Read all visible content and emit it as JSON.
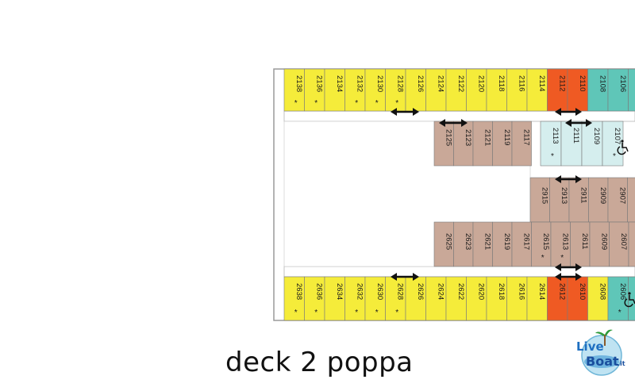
{
  "caption": "deck 2 poppa",
  "logo": {
    "word1": "Live",
    "word2": "Boat",
    "suffix": ".it"
  },
  "colors": {
    "yellow": "#f5ec3a",
    "tan": "#c9a898",
    "orange": "#ef5a23",
    "teal": "#5fc6b8",
    "light_teal": "#d5eeee",
    "corridor": "#ffffff",
    "hull": "#9a9a9a"
  },
  "wheelchair_icon": "wheelchair-icon",
  "arrow_icon": "double-arrow-icon",
  "star_symbol": "*",
  "cabins_top_outer": [
    {
      "num": "2138",
      "c": "yellow",
      "star": true
    },
    {
      "num": "2136",
      "c": "yellow",
      "star": true
    },
    {
      "num": "2134",
      "c": "yellow",
      "star": false
    },
    {
      "num": "2132",
      "c": "yellow",
      "star": true
    },
    {
      "num": "2130",
      "c": "yellow",
      "star": true
    },
    {
      "num": "2128",
      "c": "yellow",
      "star": true
    },
    {
      "num": "2126",
      "c": "yellow",
      "star": false
    },
    {
      "num": "2124",
      "c": "yellow",
      "star": false
    },
    {
      "num": "2122",
      "c": "yellow",
      "star": false
    },
    {
      "num": "2120",
      "c": "yellow",
      "star": false
    },
    {
      "num": "2118",
      "c": "yellow",
      "star": false
    },
    {
      "num": "2116",
      "c": "yellow",
      "star": false
    },
    {
      "num": "2114",
      "c": "yellow",
      "star": false
    },
    {
      "num": "2112",
      "c": "orange",
      "star": false
    },
    {
      "num": "2110",
      "c": "orange",
      "star": false
    },
    {
      "num": "2108",
      "c": "teal",
      "star": false
    },
    {
      "num": "2106",
      "c": "teal",
      "star": false
    },
    {
      "num": "",
      "c": "teal",
      "star": false
    }
  ],
  "cabins_bottom_outer": [
    {
      "num": "2638",
      "c": "yellow",
      "star": true
    },
    {
      "num": "2636",
      "c": "yellow",
      "star": true
    },
    {
      "num": "2634",
      "c": "yellow",
      "star": false
    },
    {
      "num": "2632",
      "c": "yellow",
      "star": true
    },
    {
      "num": "2630",
      "c": "yellow",
      "star": true
    },
    {
      "num": "2628",
      "c": "yellow",
      "star": true
    },
    {
      "num": "2626",
      "c": "yellow",
      "star": false
    },
    {
      "num": "2624",
      "c": "yellow",
      "star": false
    },
    {
      "num": "2622",
      "c": "yellow",
      "star": false
    },
    {
      "num": "2620",
      "c": "yellow",
      "star": false
    },
    {
      "num": "2618",
      "c": "yellow",
      "star": false
    },
    {
      "num": "2616",
      "c": "yellow",
      "star": false
    },
    {
      "num": "2614",
      "c": "yellow",
      "star": false
    },
    {
      "num": "2612",
      "c": "orange",
      "star": false
    },
    {
      "num": "2610",
      "c": "orange",
      "star": false
    },
    {
      "num": "2608",
      "c": "yellow",
      "star": false
    },
    {
      "num": "2606",
      "c": "teal",
      "star": true
    },
    {
      "num": "",
      "c": "teal",
      "star": false
    }
  ],
  "cabins_top_inner_a": [
    {
      "num": "2125",
      "c": "tan",
      "star": false
    },
    {
      "num": "2123",
      "c": "tan",
      "star": false
    },
    {
      "num": "2121",
      "c": "tan",
      "star": false
    },
    {
      "num": "2119",
      "c": "tan",
      "star": false
    },
    {
      "num": "2117",
      "c": "tan",
      "star": false
    }
  ],
  "cabins_top_inner_b": [
    {
      "num": "2113",
      "c": "light_teal",
      "star": true
    },
    {
      "num": "2111",
      "c": "light_teal",
      "star": false
    },
    {
      "num": "2109",
      "c": "light_teal",
      "star": false
    },
    {
      "num": "2107",
      "c": "light_teal",
      "star": true
    }
  ],
  "cabins_mid_inner": [
    {
      "num": "2915",
      "c": "tan",
      "star": false
    },
    {
      "num": "2913",
      "c": "tan",
      "star": false
    },
    {
      "num": "2911",
      "c": "tan",
      "star": false
    },
    {
      "num": "2909",
      "c": "tan",
      "star": false
    },
    {
      "num": "2907",
      "c": "tan",
      "star": false
    },
    {
      "num": "290",
      "c": "tan",
      "star": false
    }
  ],
  "cabins_low_inner": [
    {
      "num": "2625",
      "c": "tan",
      "star": false
    },
    {
      "num": "2623",
      "c": "tan",
      "star": false
    },
    {
      "num": "2621",
      "c": "tan",
      "star": false
    },
    {
      "num": "2619",
      "c": "tan",
      "star": false
    },
    {
      "num": "2617",
      "c": "tan",
      "star": false
    },
    {
      "num": "2615",
      "c": "tan",
      "star": true
    },
    {
      "num": "2613",
      "c": "tan",
      "star": true
    },
    {
      "num": "2611",
      "c": "tan",
      "star": false
    },
    {
      "num": "2609",
      "c": "tan",
      "star": false
    },
    {
      "num": "2607",
      "c": "tan",
      "star": false
    },
    {
      "num": "260",
      "c": "tan",
      "star": false
    }
  ]
}
